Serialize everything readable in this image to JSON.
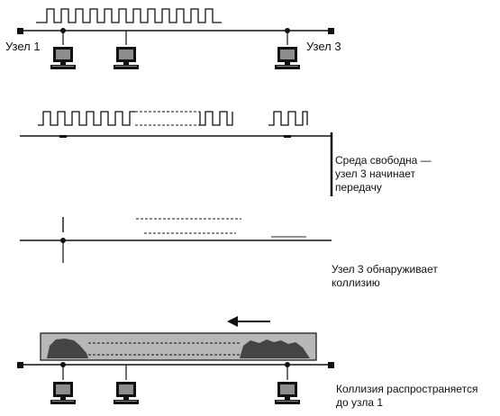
{
  "stage1": {
    "left_node_label": "Узел 1",
    "right_node_label": "Узел 3"
  },
  "stage2": {
    "caption_lines": [
      "Среда свободна —",
      "узел 3 начинает",
      "передачу"
    ]
  },
  "stage3": {
    "caption_lines": [
      "Узел 3 обнаруживает",
      "коллизию"
    ]
  },
  "stage4": {
    "caption_lines": [
      "Коллизия распространяется",
      "до узла 1"
    ]
  },
  "colors": {
    "ink": "#111111",
    "collision_band": "#b8b8b8",
    "collision_noise": "#444444",
    "screen": "#8d8d8d"
  },
  "icons": [
    "computer-icon",
    "left-arrow-icon"
  ]
}
